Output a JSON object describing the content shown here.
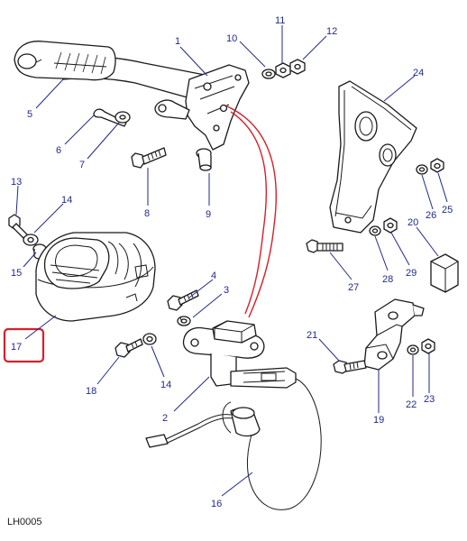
{
  "diagram": {
    "reference_code": "LH0005",
    "highlight_color": "#d6202a",
    "callout_color": "#1f2a8a",
    "callouts": [
      {
        "id": "1",
        "label": "1"
      },
      {
        "id": "2",
        "label": "2"
      },
      {
        "id": "3",
        "label": "3"
      },
      {
        "id": "4",
        "label": "4"
      },
      {
        "id": "5",
        "label": "5"
      },
      {
        "id": "6",
        "label": "6"
      },
      {
        "id": "7",
        "label": "7"
      },
      {
        "id": "8",
        "label": "8"
      },
      {
        "id": "9",
        "label": "9"
      },
      {
        "id": "10",
        "label": "10"
      },
      {
        "id": "11",
        "label": "11"
      },
      {
        "id": "12",
        "label": "12"
      },
      {
        "id": "13",
        "label": "13"
      },
      {
        "id": "14a",
        "label": "14"
      },
      {
        "id": "14b",
        "label": "14"
      },
      {
        "id": "15",
        "label": "15"
      },
      {
        "id": "16",
        "label": "16"
      },
      {
        "id": "17",
        "label": "17"
      },
      {
        "id": "18",
        "label": "18"
      },
      {
        "id": "19",
        "label": "19"
      },
      {
        "id": "20",
        "label": "20"
      },
      {
        "id": "21",
        "label": "21"
      },
      {
        "id": "22",
        "label": "22"
      },
      {
        "id": "23",
        "label": "23"
      },
      {
        "id": "24",
        "label": "24"
      },
      {
        "id": "25",
        "label": "25"
      },
      {
        "id": "26",
        "label": "26"
      },
      {
        "id": "27",
        "label": "27"
      },
      {
        "id": "28",
        "label": "28"
      },
      {
        "id": "29",
        "label": "29"
      }
    ],
    "highlighted_callout": "17"
  }
}
